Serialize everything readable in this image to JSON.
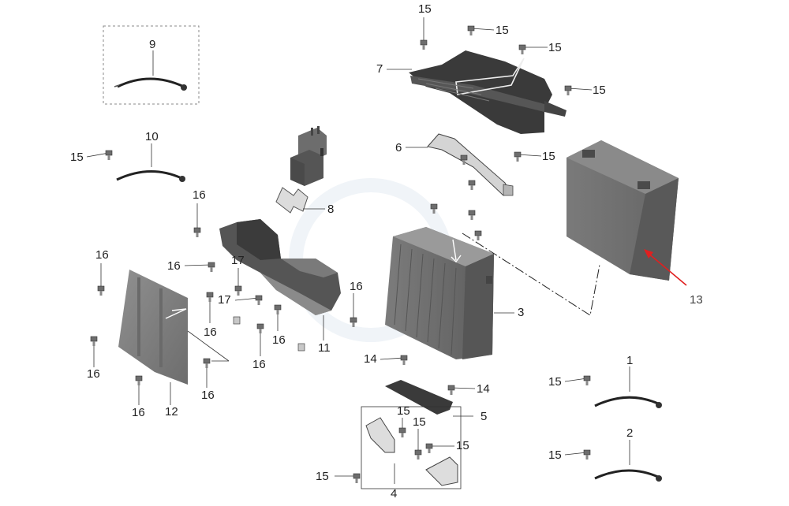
{
  "labels": {
    "n15": "15",
    "n9": "9",
    "n10": "10",
    "n16": "16",
    "n17": "17",
    "n8": "8",
    "n7": "7",
    "n6": "6",
    "n3": "3",
    "n11": "11",
    "n12": "12",
    "n13": "13",
    "n14": "14",
    "n5": "5",
    "n4": "4",
    "n1": "1",
    "n2": "2"
  },
  "colors": {
    "part_dark": "#3c3c3c",
    "part_mid": "#6b6b6b",
    "battery_body": "#6f6f6f",
    "leader": "#333333",
    "pointer_arrow": "#e02020",
    "dashed_box": "#888888"
  },
  "icons": {
    "bolt": "bolt-icon",
    "screw": "screw-icon",
    "cable": "cable-icon",
    "arrow": "red-arrow-icon"
  }
}
